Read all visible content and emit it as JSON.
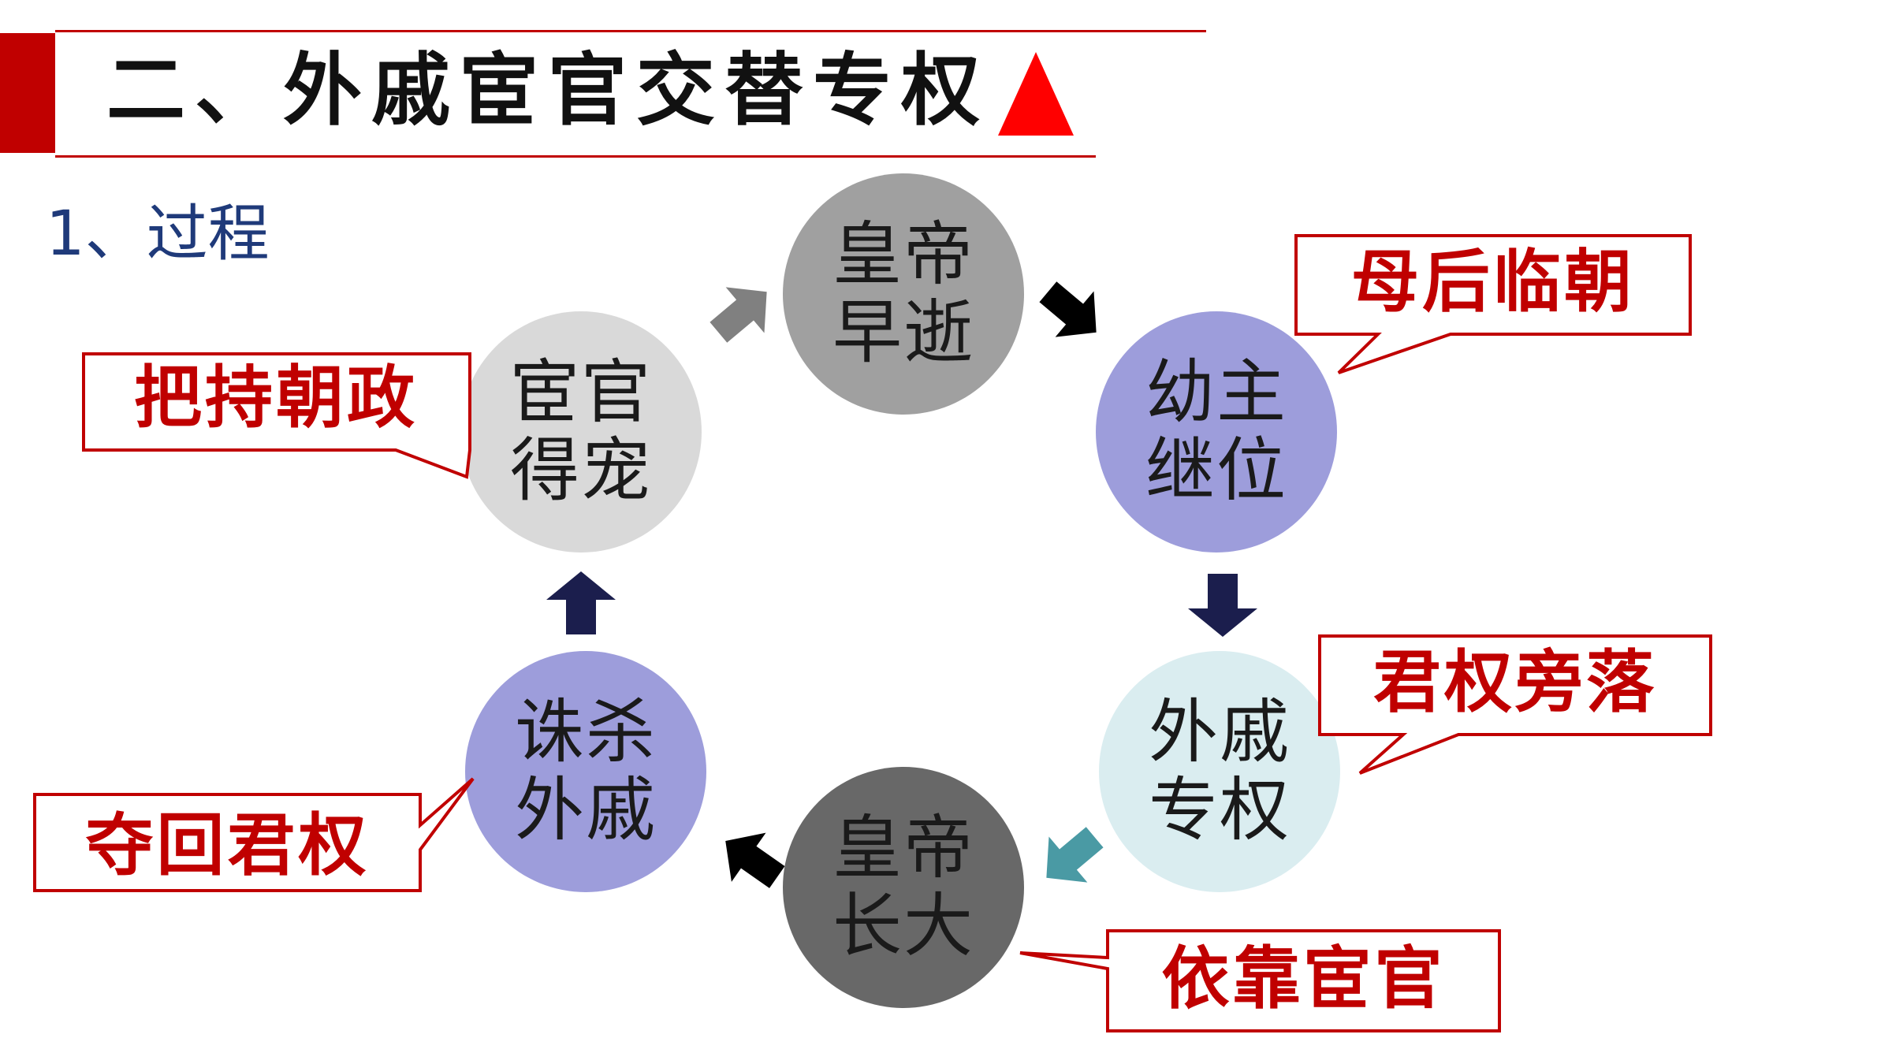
{
  "header": {
    "title": "二、外戚宦官交替专权",
    "accent_color": "#c00000",
    "marker_icon": "red-triangle-icon",
    "marker_color": "#ff0000"
  },
  "section": {
    "heading": "1、过程"
  },
  "cycle": {
    "nodes": [
      {
        "id": "emperor-dies-young",
        "label": "皇帝早逝",
        "color": "#a0a0a0",
        "text_color": "#1a1a1a"
      },
      {
        "id": "child-emperor",
        "label": "幼主继位",
        "color": "#9d9ddb",
        "text_color": "#1a1a1a"
      },
      {
        "id": "consort-clan-power",
        "label": "外戚专权",
        "color": "#daedf0",
        "text_color": "#1a1a1a"
      },
      {
        "id": "emperor-grows-up",
        "label": "皇帝长大",
        "color": "#686868",
        "text_color": "#1a1a1a"
      },
      {
        "id": "kill-consort-clan",
        "label": "诛杀外戚",
        "color": "#9d9ddb",
        "text_color": "#1a1a1a"
      },
      {
        "id": "eunuchs-favored",
        "label": "宦官得宠",
        "color": "#d9d9d9",
        "text_color": "#1a1a1a"
      }
    ],
    "arrows": [
      {
        "from": "emperor-dies-young",
        "to": "child-emperor",
        "color": "#000000"
      },
      {
        "from": "child-emperor",
        "to": "consort-clan-power",
        "color": "#1b1e4d"
      },
      {
        "from": "consort-clan-power",
        "to": "emperor-grows-up",
        "color": "#4a9aa4"
      },
      {
        "from": "emperor-grows-up",
        "to": "kill-consort-clan",
        "color": "#000000"
      },
      {
        "from": "kill-consort-clan",
        "to": "eunuchs-favored",
        "color": "#1b1e4d"
      },
      {
        "from": "eunuchs-favored",
        "to": "emperor-dies-young",
        "color": "#808080"
      }
    ]
  },
  "callouts": [
    {
      "id": "empress-dowager-regency",
      "text": "母后临朝"
    },
    {
      "id": "imperial-power-sidelined",
      "text": "君权旁落"
    },
    {
      "id": "rely-on-eunuchs",
      "text": "依靠宦官"
    },
    {
      "id": "reclaim-imperial-power",
      "text": "夺回君权"
    },
    {
      "id": "control-government",
      "text": "把持朝政"
    }
  ],
  "callout_colors": {
    "border": "#c00000",
    "text": "#c00000"
  }
}
